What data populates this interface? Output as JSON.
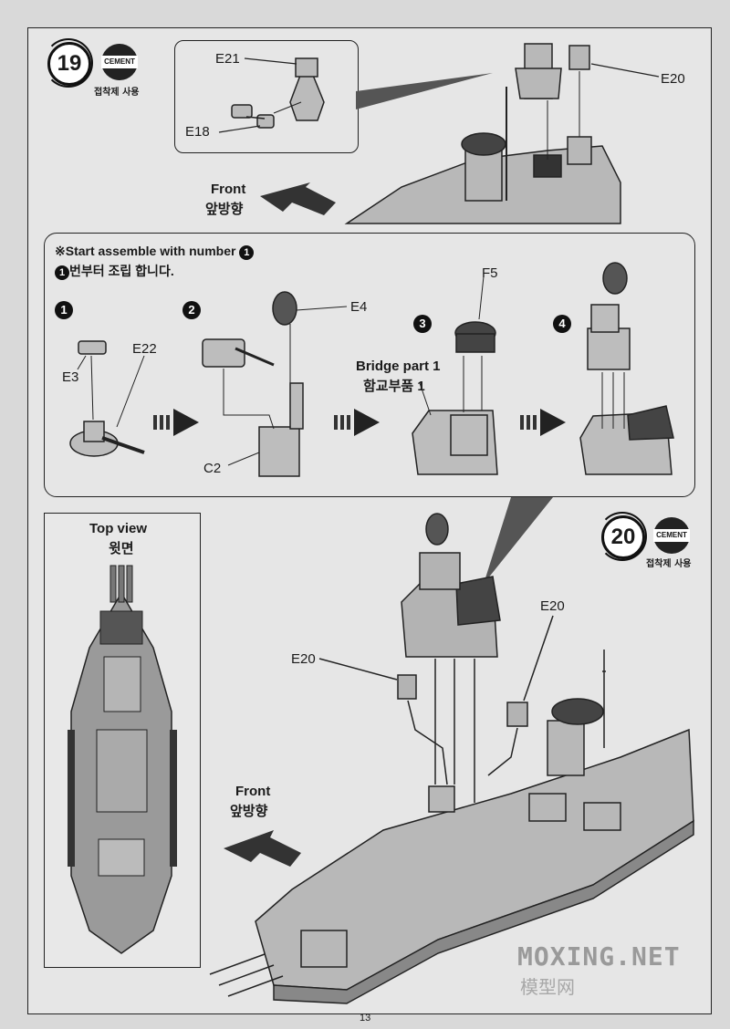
{
  "page_number": "13",
  "step19": {
    "number": "19",
    "cement_label": "CEMENT",
    "cement_note": "접착제 사용",
    "callout_parts": [
      "E21",
      "E18"
    ],
    "part_e20": "E20",
    "front_en": "Front",
    "front_ko": "앞방향"
  },
  "subassembly": {
    "note_prefix": "※Start assemble with number",
    "note_num": "1",
    "note_ko_num": "1",
    "note_ko": "번부터 조립 합니다.",
    "steps": [
      {
        "num": "1",
        "parts": [
          "E3",
          "E22"
        ]
      },
      {
        "num": "2",
        "parts": [
          "E4",
          "C2"
        ]
      },
      {
        "num": "3",
        "parts": [
          "F5"
        ],
        "caption_en": "Bridge part 1",
        "caption_ko": "함교부품 1"
      },
      {
        "num": "4",
        "parts": []
      }
    ]
  },
  "topview": {
    "title_en": "Top view",
    "title_ko": "윗면"
  },
  "step20": {
    "number": "20",
    "cement_label": "CEMENT",
    "cement_note": "접착제 사용",
    "part_left": "E20",
    "part_right": "E20",
    "front_en": "Front",
    "front_ko": "앞방향"
  },
  "watermark": {
    "en": "MOXING.NET",
    "zh": "模型网"
  },
  "icons": [
    "cement-icon",
    "front-arrow-icon",
    "step-arrow-icon"
  ]
}
